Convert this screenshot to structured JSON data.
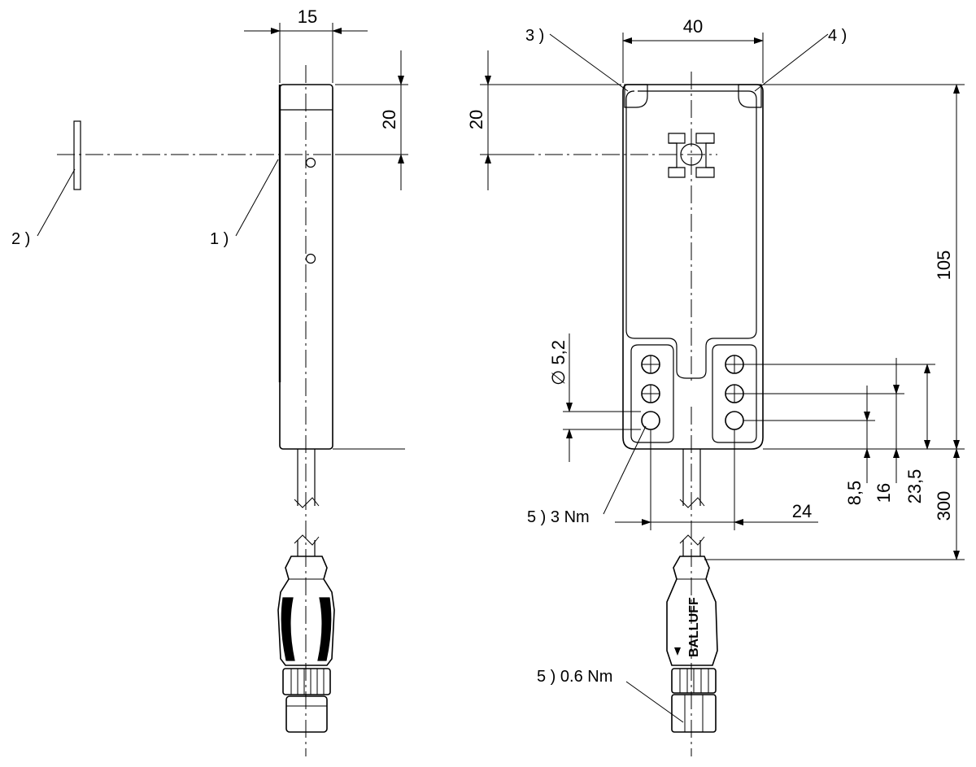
{
  "dimensions": {
    "side_width": "15",
    "side_offset": "20",
    "front_width": "40",
    "front_offset": "20",
    "hole_diameter": "∅ 5,2",
    "height_total": "105",
    "hole_pos_1": "8,5",
    "hole_pos_2": "16",
    "hole_pos_3": "23,5",
    "cable_length": "300",
    "hole_spacing": "24"
  },
  "labels": {
    "l1": "1 )",
    "l2": "2 )",
    "l3": "3 )",
    "l4": "4 )",
    "l5_screw": "5 ) 3 Nm",
    "l5_connector": "5 ) 0.6 Nm"
  },
  "logo_text": "BALLUFF"
}
